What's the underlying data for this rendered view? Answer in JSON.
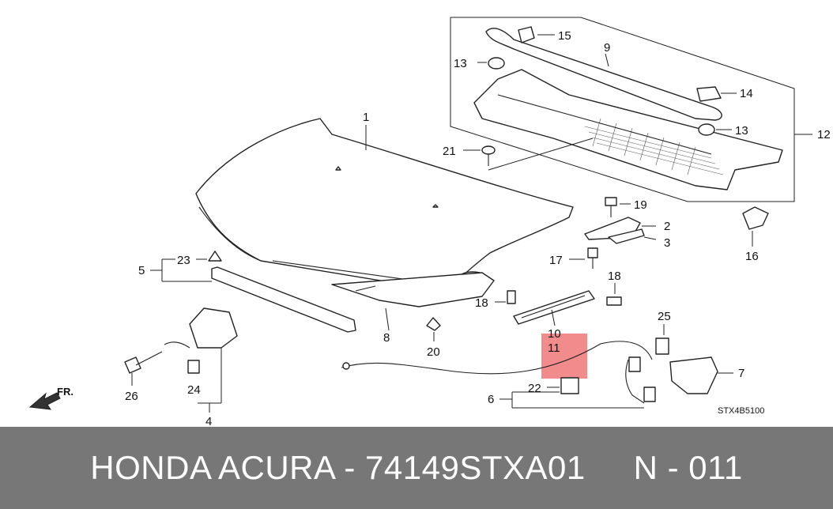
{
  "diagram": {
    "labels": {
      "p1": "1",
      "p2": "2",
      "p3": "3",
      "p4": "4",
      "p5": "5",
      "p6": "6",
      "p7": "7",
      "p8": "8",
      "p9": "9",
      "p10": "10",
      "p11": "11",
      "p12": "12",
      "p13a": "13",
      "p13b": "13",
      "p14": "14",
      "p15": "15",
      "p16": "16",
      "p17": "17",
      "p18a": "18",
      "p18b": "18",
      "p19": "19",
      "p20": "20",
      "p21": "21",
      "p22": "22",
      "p23": "23",
      "p24": "24",
      "p25": "25",
      "p26": "26"
    },
    "direction_label": "FR.",
    "drawing_code": "STX4B5100",
    "highlight_color": "#f28b8b"
  },
  "footer": {
    "text": "HONDA ACURA - 74149STXA01     N - 011"
  }
}
